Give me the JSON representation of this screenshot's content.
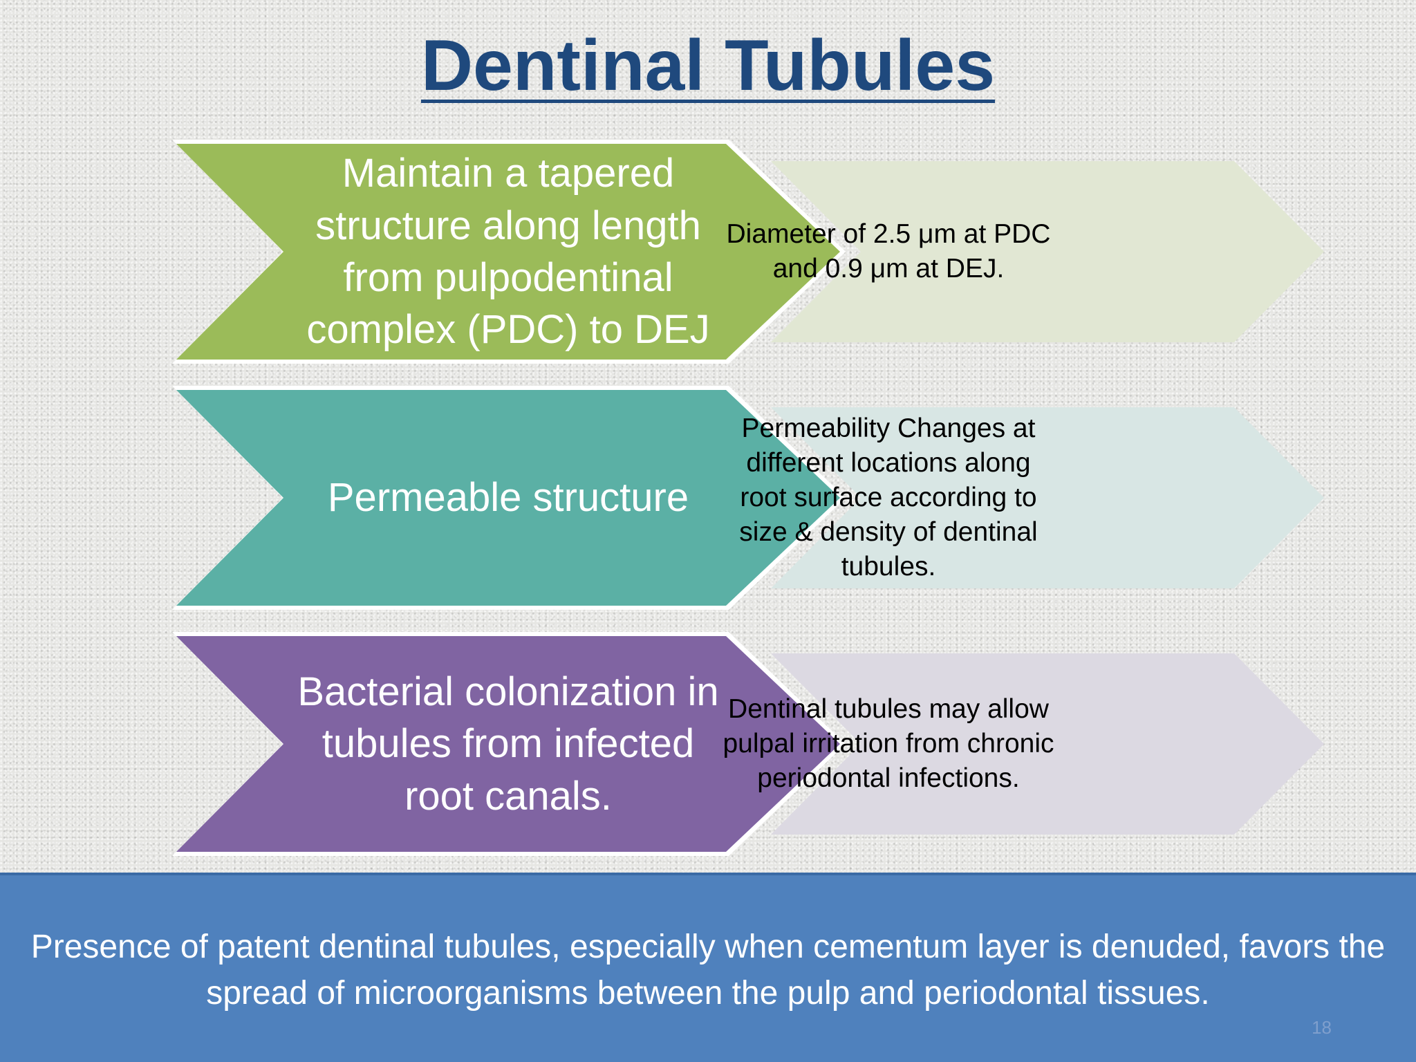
{
  "slide": {
    "title": "Dentinal Tubules",
    "rows": [
      {
        "main": "Maintain a tapered structure along length from pulpodentinal complex (PDC) to DEJ",
        "detail": "Diameter of 2.5 μm at PDC and 0.9 μm at DEJ."
      },
      {
        "main": "Permeable structure",
        "detail": "Permeability Changes at different locations along root surface according to size & density of dentinal tubules."
      },
      {
        "main": "Bacterial colonization in tubules from infected root canals.",
        "detail": "Dentinal tubules may allow pulpal irritation from chronic periodontal infections."
      }
    ],
    "footer": "Presence of patent dentinal tubules, especially when cementum layer is denuded, favors the spread of microorganisms between  the pulp and periodontal tissues.",
    "page_number": "18"
  },
  "colors": {
    "title": "#1f497d",
    "row_1": "#9bbb59",
    "row_2": "#5bb0a5",
    "row_3": "#8064a2",
    "footer_background": "#4f81bd"
  }
}
